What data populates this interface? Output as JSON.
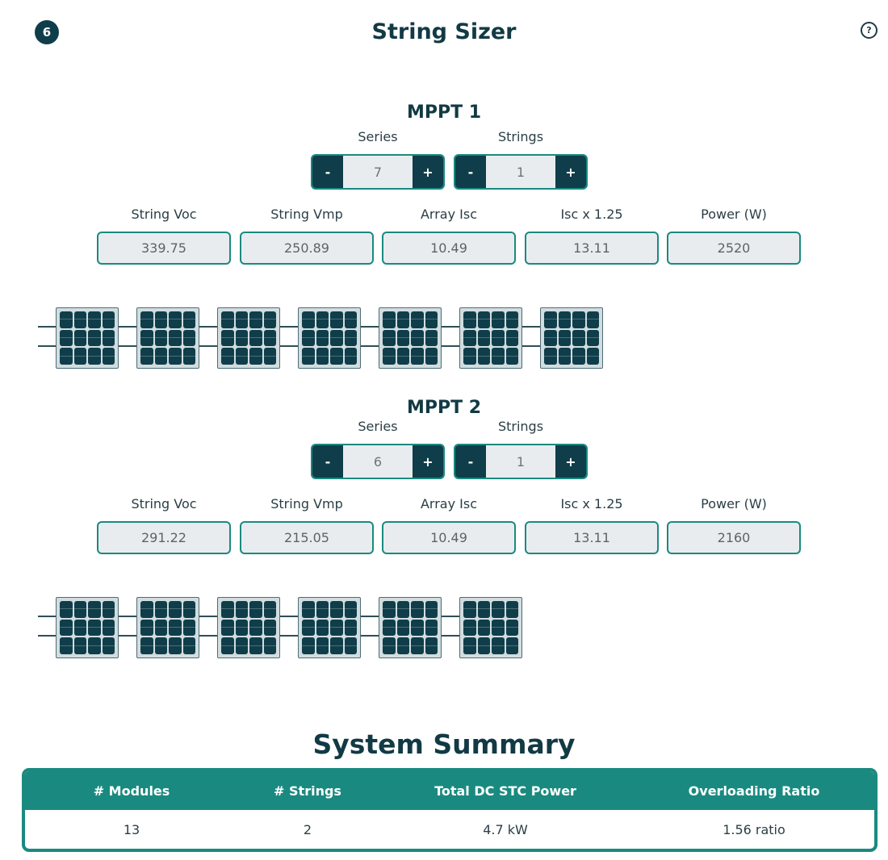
{
  "header": {
    "step_number": "6",
    "title": "String Sizer",
    "help_icon": "question-circle-icon"
  },
  "labels": {
    "series": "Series",
    "strings": "Strings",
    "minus": "-",
    "plus": "+",
    "metrics": [
      "String Voc",
      "String Vmp",
      "Array Isc",
      "Isc x 1.25",
      "Power (W)"
    ]
  },
  "mppts": [
    {
      "title": "MPPT 1",
      "series": "7",
      "strings": "1",
      "metrics": [
        "339.75",
        "250.89",
        "10.49",
        "13.11",
        "2520"
      ],
      "panel_count": 7
    },
    {
      "title": "MPPT 2",
      "series": "6",
      "strings": "1",
      "metrics": [
        "291.22",
        "215.05",
        "10.49",
        "13.11",
        "2160"
      ],
      "panel_count": 6
    }
  ],
  "summary": {
    "title": "System Summary",
    "headers": [
      "# Modules",
      "# Strings",
      "Total DC STC Power",
      "Overloading Ratio"
    ],
    "values": [
      "13",
      "2",
      "4.7 kW",
      "1.56 ratio"
    ]
  },
  "colors": {
    "primary_dark": "#0f3e4a",
    "accent_teal": "#1a8a80",
    "field_bg": "#e9ecef"
  }
}
